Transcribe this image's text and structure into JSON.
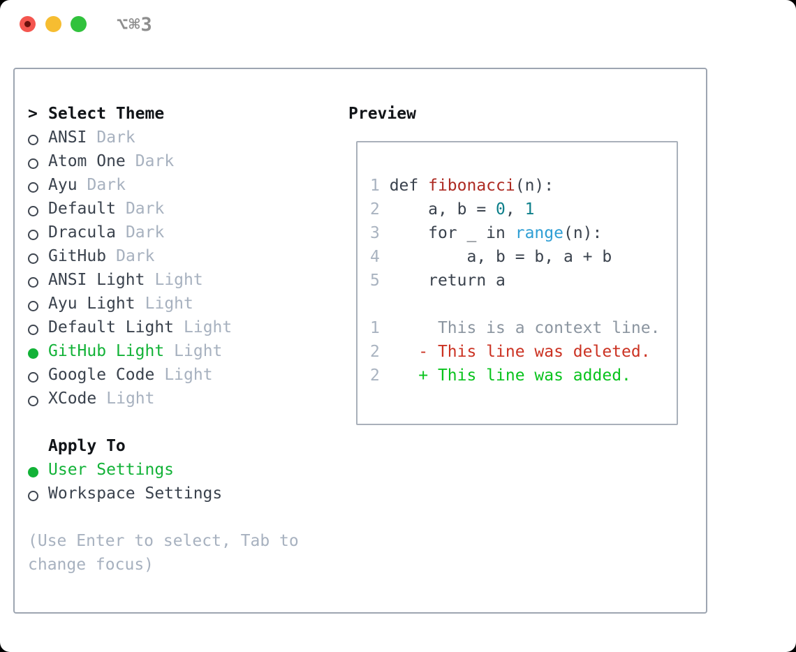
{
  "window": {
    "title": "⌥⌘3"
  },
  "titlebar": {
    "buttons": [
      {
        "name": "close"
      },
      {
        "name": "minimize"
      },
      {
        "name": "zoom"
      }
    ]
  },
  "theme_panel": {
    "header_marker": ">",
    "header_label": "Select Theme",
    "themes": [
      {
        "name": "ANSI",
        "tag": "Dark",
        "selected": false
      },
      {
        "name": "Atom One",
        "tag": "Dark",
        "selected": false
      },
      {
        "name": "Ayu",
        "tag": "Dark",
        "selected": false
      },
      {
        "name": "Default",
        "tag": "Dark",
        "selected": false
      },
      {
        "name": "Dracula",
        "tag": "Dark",
        "selected": false
      },
      {
        "name": "GitHub",
        "tag": "Dark",
        "selected": false
      },
      {
        "name": "ANSI Light",
        "tag": "Light",
        "selected": false
      },
      {
        "name": "Ayu Light",
        "tag": "Light",
        "selected": false
      },
      {
        "name": "Default Light",
        "tag": "Light",
        "selected": false
      },
      {
        "name": "GitHub Light",
        "tag": "Light",
        "selected": true
      },
      {
        "name": "Google Code",
        "tag": "Light",
        "selected": false
      },
      {
        "name": "XCode",
        "tag": "Light",
        "selected": false
      }
    ],
    "apply_header": "Apply To",
    "apply_options": [
      {
        "name": "User Settings",
        "selected": true
      },
      {
        "name": "Workspace Settings",
        "selected": false
      }
    ],
    "hint": "(Use Enter to select, Tab to change focus)"
  },
  "preview": {
    "label": "Preview",
    "lines": [
      {
        "kind": "code",
        "tokens": [
          {
            "t": "1 ",
            "c": "ln"
          },
          {
            "t": "def ",
            "c": "code"
          },
          {
            "t": "fibonacci",
            "c": "func"
          },
          {
            "t": "(n):",
            "c": "code"
          }
        ]
      },
      {
        "kind": "code",
        "tokens": [
          {
            "t": "2 ",
            "c": "ln"
          },
          {
            "t": "    a, b = ",
            "c": "code"
          },
          {
            "t": "0",
            "c": "num"
          },
          {
            "t": ", ",
            "c": "code"
          },
          {
            "t": "1",
            "c": "num"
          }
        ]
      },
      {
        "kind": "code",
        "tokens": [
          {
            "t": "3 ",
            "c": "ln"
          },
          {
            "t": "    for _ in ",
            "c": "code"
          },
          {
            "t": "range",
            "c": "blue"
          },
          {
            "t": "(n):",
            "c": "code"
          }
        ]
      },
      {
        "kind": "code",
        "tokens": [
          {
            "t": "4 ",
            "c": "ln"
          },
          {
            "t": "        a, b = b, a + b",
            "c": "code"
          }
        ]
      },
      {
        "kind": "code",
        "tokens": [
          {
            "t": "5 ",
            "c": "ln"
          },
          {
            "t": "    return a",
            "c": "code"
          }
        ]
      },
      {
        "kind": "blank",
        "tokens": []
      },
      {
        "kind": "context",
        "tokens": [
          {
            "t": "1 ",
            "c": "ln"
          },
          {
            "t": "     This is a context line.",
            "c": "ctx"
          }
        ]
      },
      {
        "kind": "deleted",
        "tokens": [
          {
            "t": "2 ",
            "c": "ln"
          },
          {
            "t": "   - This line was deleted.",
            "c": "del"
          }
        ]
      },
      {
        "kind": "added",
        "tokens": [
          {
            "t": "2 ",
            "c": "ln"
          },
          {
            "t": "   + This line was added.",
            "c": "add"
          }
        ]
      }
    ]
  },
  "colors": {
    "heading_text": "#111418",
    "code_text": "#3a424d",
    "muted_gray": "#a7b1bf",
    "line_number_gray": "#a9b3c0",
    "context_gray": "#8b95a0",
    "circle_stroke": "#3f4650",
    "selected_green": "#12b237",
    "added_green": "#09c31d",
    "deleted_red": "#cb3222",
    "function_red": "#ad2a22",
    "number_teal": "#0d7f8a",
    "builtin_blue": "#2e9ed4",
    "panel_border": "#9da5b1",
    "box_border": "#a9b0ba",
    "window_title_gray": "#8e8e8e",
    "traffic_red": "#f4564f",
    "traffic_red_dot": "#6b100c",
    "traffic_yellow": "#f6bd31",
    "traffic_green": "#31c23d"
  }
}
